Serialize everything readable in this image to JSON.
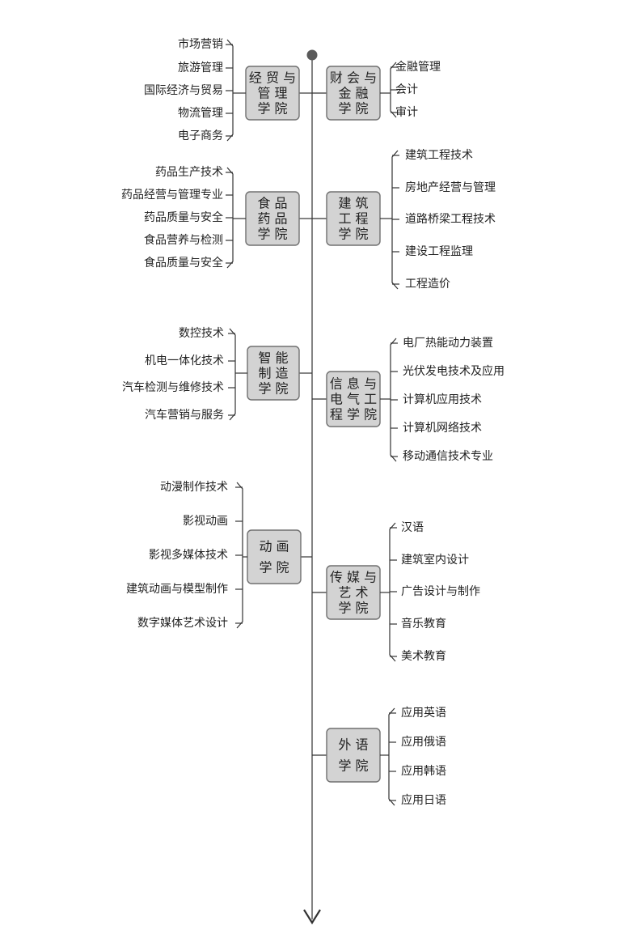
{
  "colors": {
    "line": "#333333",
    "box_fill": "#d3d3d3",
    "box_stroke": "#707070",
    "text": "#222222"
  },
  "groups": [
    {
      "id": "jmgl",
      "side": "left",
      "college_lines": [
        "经  贸  与",
        "管     理",
        "学     院"
      ],
      "majors": [
        "市场营销",
        "旅游管理",
        "国际经济与贸易",
        "物流管理",
        "电子商务"
      ]
    },
    {
      "id": "cjjr",
      "side": "right",
      "college_lines": [
        "财  会  与",
        "金     融",
        "学     院"
      ],
      "majors": [
        "金融管理",
        "会计",
        "审计"
      ]
    },
    {
      "id": "spyp",
      "side": "left",
      "college_lines": [
        "食     品",
        "药     品",
        "学     院"
      ],
      "majors": [
        "药品生产技术",
        "药品经营与管理专业",
        "药品质量与安全",
        "食品营养与检测",
        "食品质量与安全"
      ]
    },
    {
      "id": "jzgc",
      "side": "right",
      "college_lines": [
        "建  筑",
        "工  程",
        "学  院"
      ],
      "majors": [
        "建筑工程技术",
        "房地产经营与管理",
        "道路桥梁工程技术",
        "建设工程监理",
        "工程造价"
      ]
    },
    {
      "id": "znzz",
      "side": "left",
      "college_lines": [
        "智  能",
        "制  造",
        "学  院"
      ],
      "majors": [
        "数控技术",
        "机电一体化技术",
        "汽车检测与维修技术",
        "汽车营销与服务"
      ]
    },
    {
      "id": "xxdq",
      "side": "right",
      "college_lines": [
        "信  息  与",
        "电  气  工",
        "程  学  院"
      ],
      "majors": [
        "电厂热能动力装置",
        "光伏发电技术及应用",
        "计算机应用技术",
        "计算机网络技术",
        "移动通信技术专业"
      ]
    },
    {
      "id": "dh",
      "side": "left",
      "college_lines": [
        "动   画",
        "学   院"
      ],
      "majors": [
        "动漫制作技术",
        "影视动画",
        "影视多媒体技术",
        "建筑动画与模型制作",
        "数字媒体艺术设计"
      ]
    },
    {
      "id": "cmys",
      "side": "right",
      "college_lines": [
        "传  媒  与",
        "艺     术",
        "学     院"
      ],
      "majors": [
        "汉语",
        "建筑室内设计",
        "广告设计与制作",
        "音乐教育",
        "美术教育"
      ]
    },
    {
      "id": "wy",
      "side": "right",
      "college_lines": [
        "外   语",
        "学   院"
      ],
      "majors": [
        "应用英语",
        "应用俄语",
        "应用韩语",
        "应用日语"
      ]
    }
  ]
}
